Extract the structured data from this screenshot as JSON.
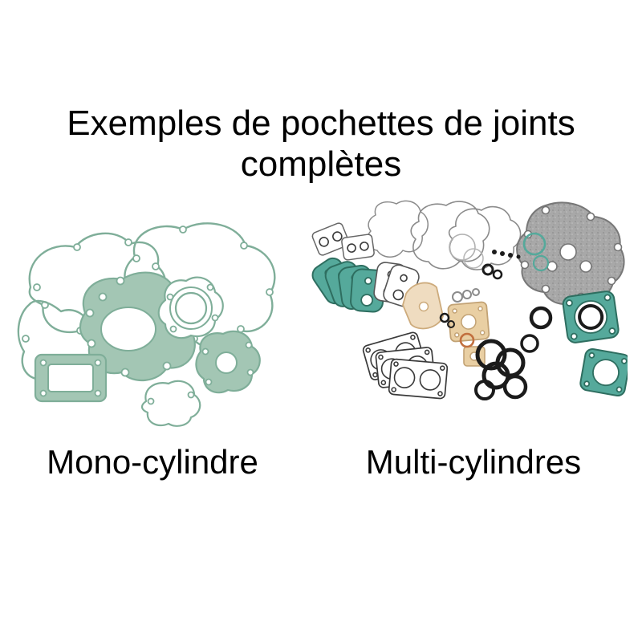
{
  "page": {
    "title_line1": "Exemples de pochettes de joints",
    "title_line2": "complètes"
  },
  "figures": {
    "mono": {
      "label": "Mono-cylindre"
    },
    "multi": {
      "label": "Multi-cylindres"
    }
  },
  "colors": {
    "background": "#ffffff",
    "text": "#000000",
    "sage_fill": "#a3c6b4",
    "sage_stroke": "#7fae99",
    "teal_fill": "#55a99b",
    "teal_stroke": "#2e6e60",
    "beige_fill": "#e9cfa3",
    "beige_stroke": "#c2a274",
    "peach_fill": "#efdcc0",
    "peach_stroke": "#cdab7c",
    "gray_fill": "#a8a8a8",
    "gray_stroke": "#757575",
    "black_ring": "#1b1b1b",
    "orange_ring": "#c2703f",
    "outline_gray": "#8b8b8b"
  }
}
